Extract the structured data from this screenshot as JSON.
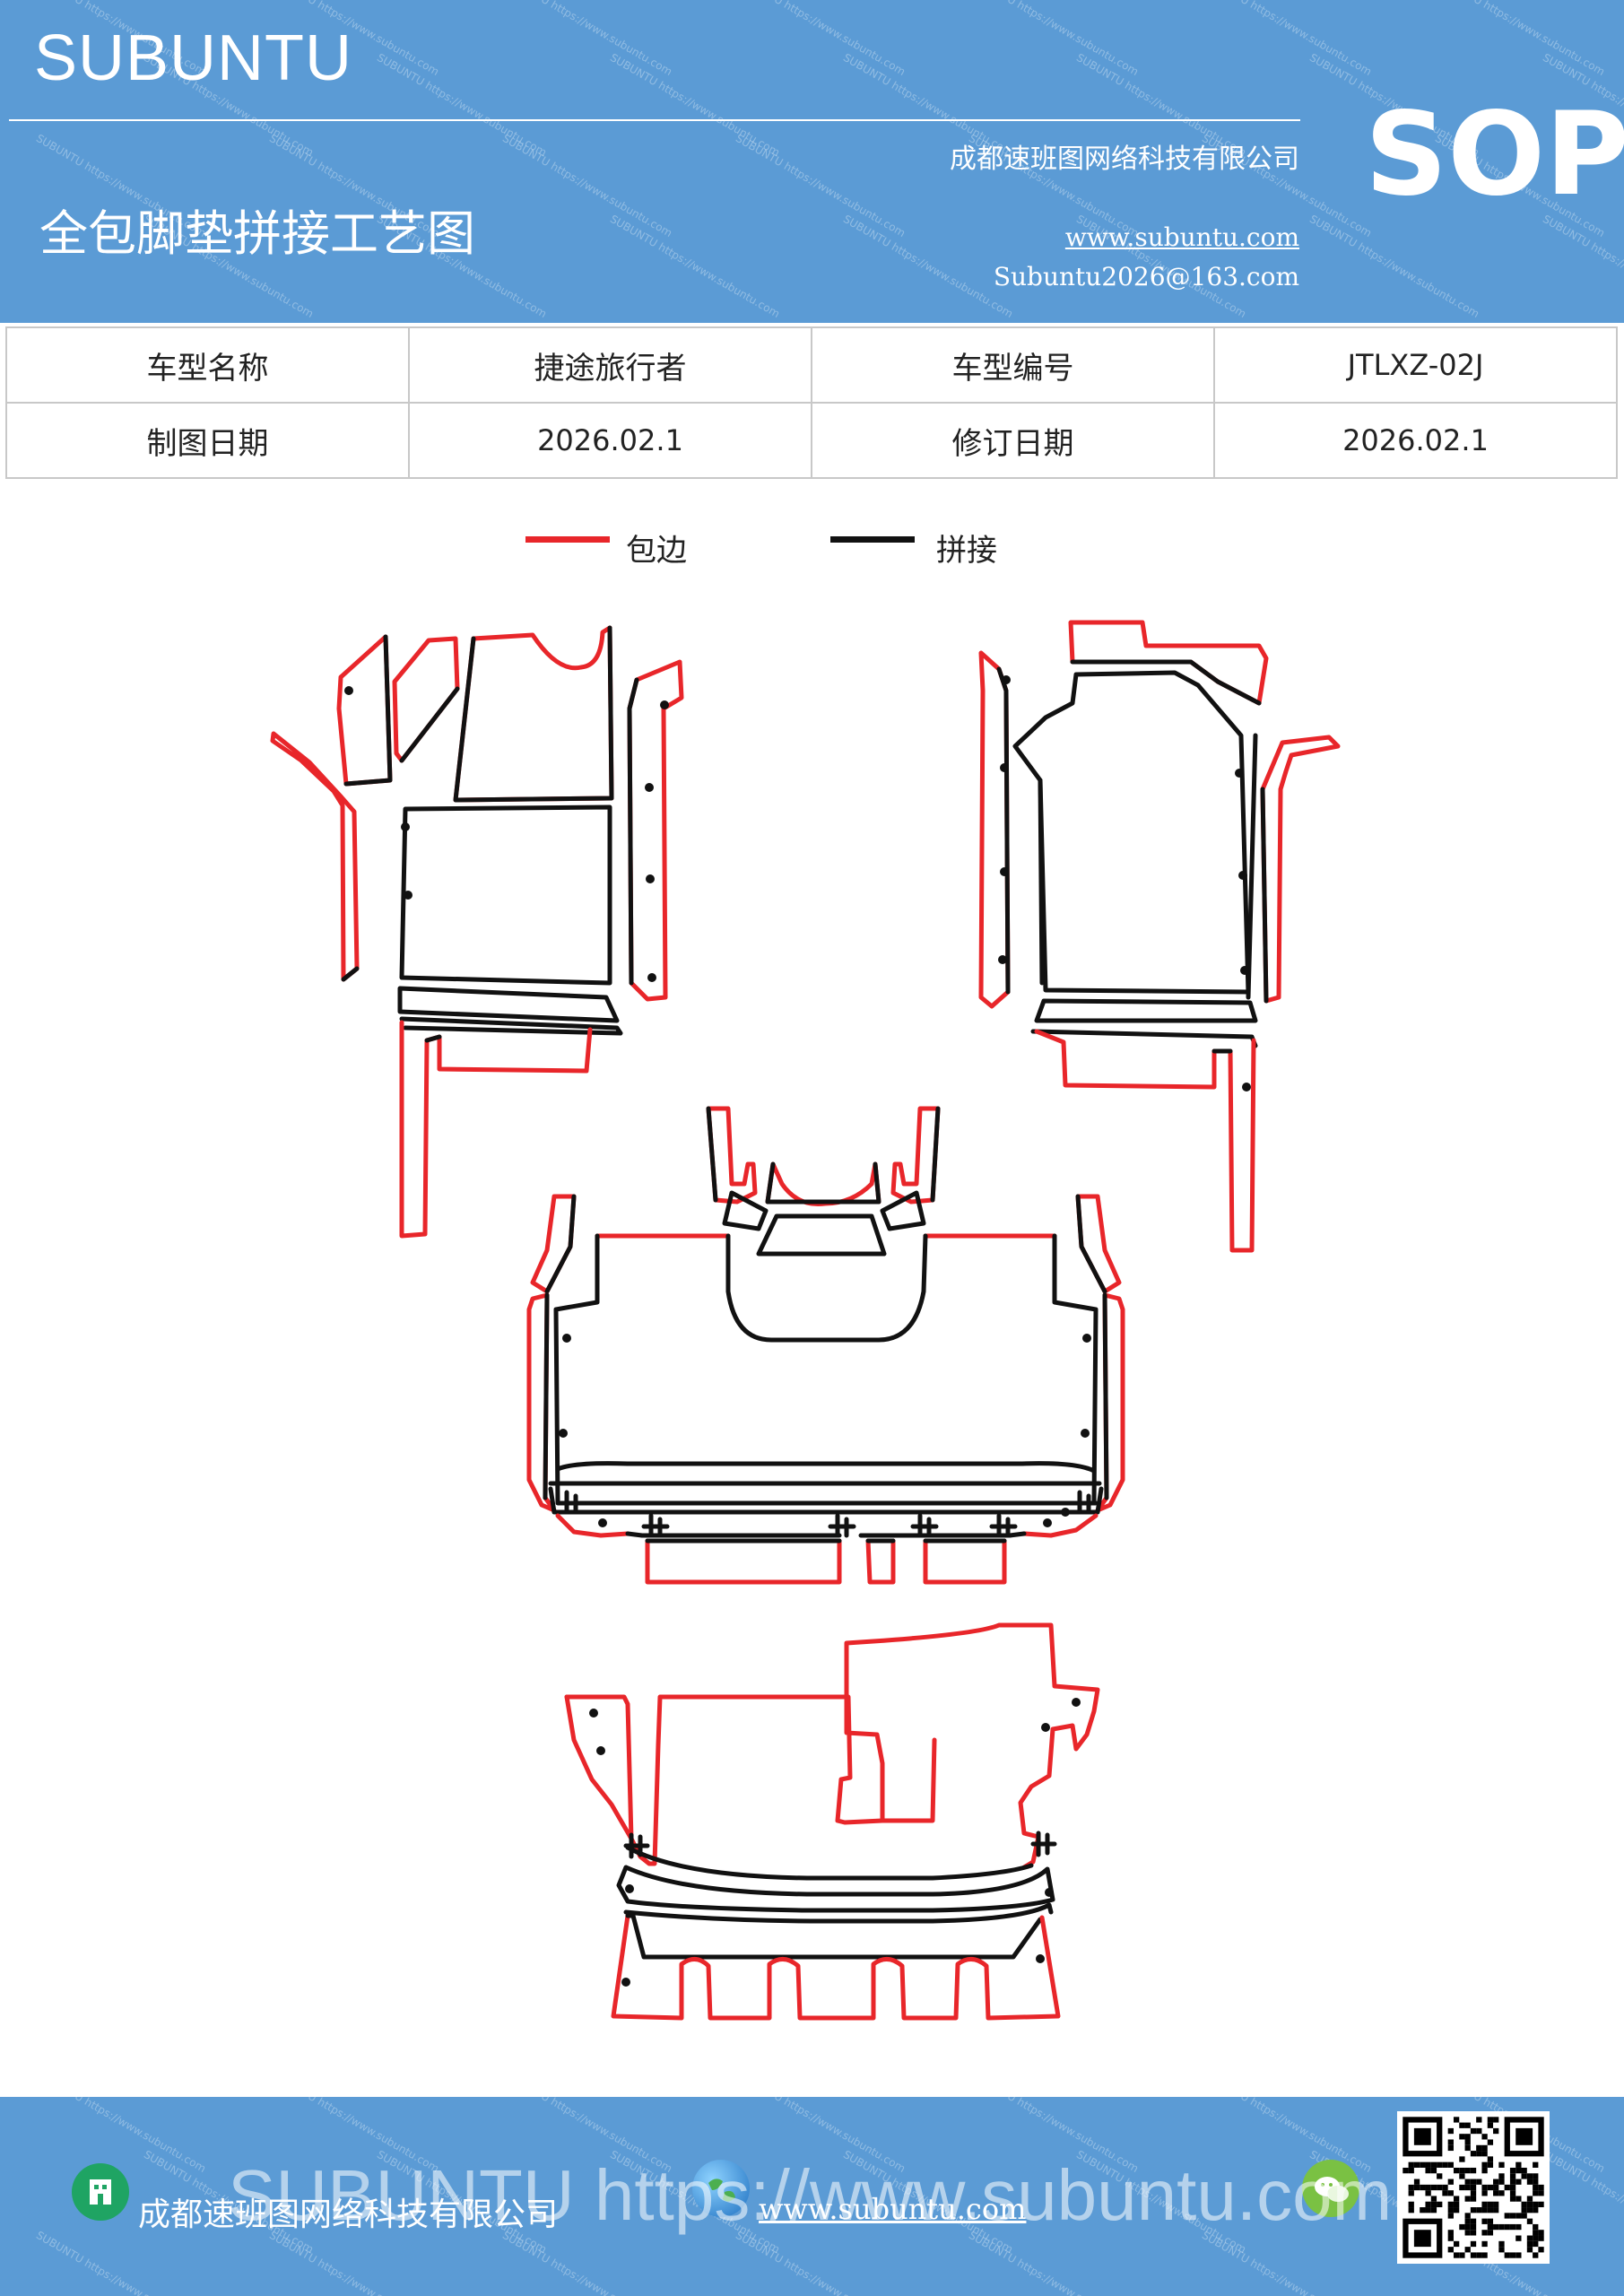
{
  "header": {
    "brand": "SUBUNTU",
    "sop": "SOP",
    "company": "成都速班图网络科技有限公司",
    "title": "全包脚垫拼接工艺图",
    "website": "www.subuntu.com",
    "email": "Subuntu2026@163.com",
    "watermark": "SUBUNTU https://www.subuntu.com"
  },
  "info_table": {
    "model_name_label": "车型名称",
    "model_name_value": "捷途旅行者",
    "model_code_label": "车型编号",
    "model_code_value": "JTLXZ-02J",
    "draw_date_label": "制图日期",
    "draw_date_value": "2026.02.1",
    "revision_date_label": "修订日期",
    "revision_date_value": "2026.02.1"
  },
  "legend": {
    "edge_label": "包边",
    "edge_color": "#e8262a",
    "splice_label": "拼接",
    "splice_color": "#111111"
  },
  "footer": {
    "company": "成都速班图网络科技有限公司",
    "website": "www.subuntu.com",
    "watermark": "SUBUNTU https://www.subuntu.com",
    "icons": [
      "building-icon",
      "globe-icon",
      "wechat-icon",
      "qr-code"
    ]
  }
}
